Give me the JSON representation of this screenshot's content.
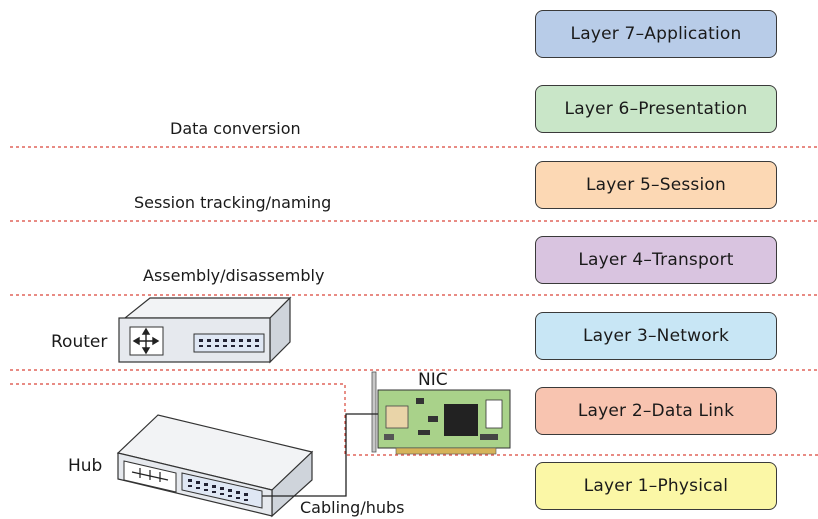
{
  "layers": [
    {
      "label": "Layer 7–Application",
      "color": "#b8cce8"
    },
    {
      "label": "Layer 6–Presentation",
      "color": "#c9e6c8"
    },
    {
      "label": "Layer 5–Session",
      "color": "#fcd8b4"
    },
    {
      "label": "Layer 4–Transport",
      "color": "#d9c4e0"
    },
    {
      "label": "Layer 3–Network",
      "color": "#c8e6f5"
    },
    {
      "label": "Layer 2–Data Link",
      "color": "#f8c4b0"
    },
    {
      "label": "Layer 1–Physical",
      "color": "#fbf7a6"
    }
  ],
  "descriptions": {
    "data_conversion": "Data conversion",
    "session_tracking": "Session tracking/naming",
    "assembly": "Assembly/disassembly",
    "cabling": "Cabling/hubs"
  },
  "devices": {
    "router": "Router",
    "hub": "Hub",
    "nic": "NIC"
  },
  "colors": {
    "divider": "#d9463a",
    "device_body": "#e6e9ee",
    "panel": "#dfe7f4",
    "board": "#a9d28a"
  }
}
